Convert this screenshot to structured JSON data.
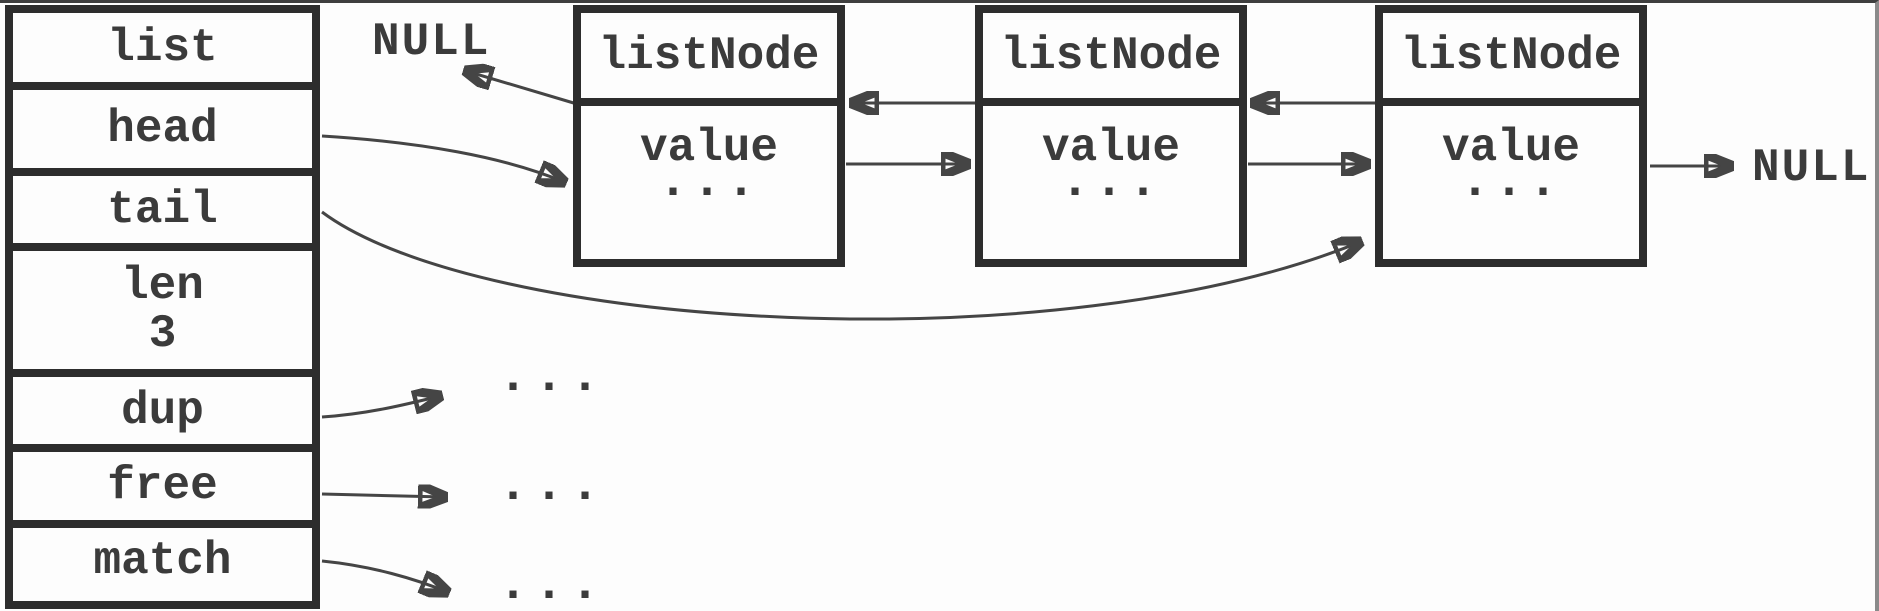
{
  "figure": {
    "title": "linked list structure diagram",
    "labels": {
      "null_left": "NULL",
      "null_right": "NULL",
      "ellipsis": "..."
    },
    "list_struct": {
      "fields": [
        {
          "label": "list"
        },
        {
          "label": "head"
        },
        {
          "label": "tail"
        },
        {
          "label": "len",
          "value": "3"
        },
        {
          "label": "dup"
        },
        {
          "label": "free"
        },
        {
          "label": "match"
        }
      ]
    },
    "nodes": [
      {
        "title": "listNode",
        "value_label": "value",
        "ellipsis": "..."
      },
      {
        "title": "listNode",
        "value_label": "value",
        "ellipsis": "..."
      },
      {
        "title": "listNode",
        "value_label": "value",
        "ellipsis": "..."
      }
    ],
    "colors": {
      "background": "#fdfdfd",
      "box_border": "#2d2d2d",
      "text": "#3b3b3b",
      "arrow": "#454545",
      "frame_right_border": "#8a8a8a"
    }
  }
}
